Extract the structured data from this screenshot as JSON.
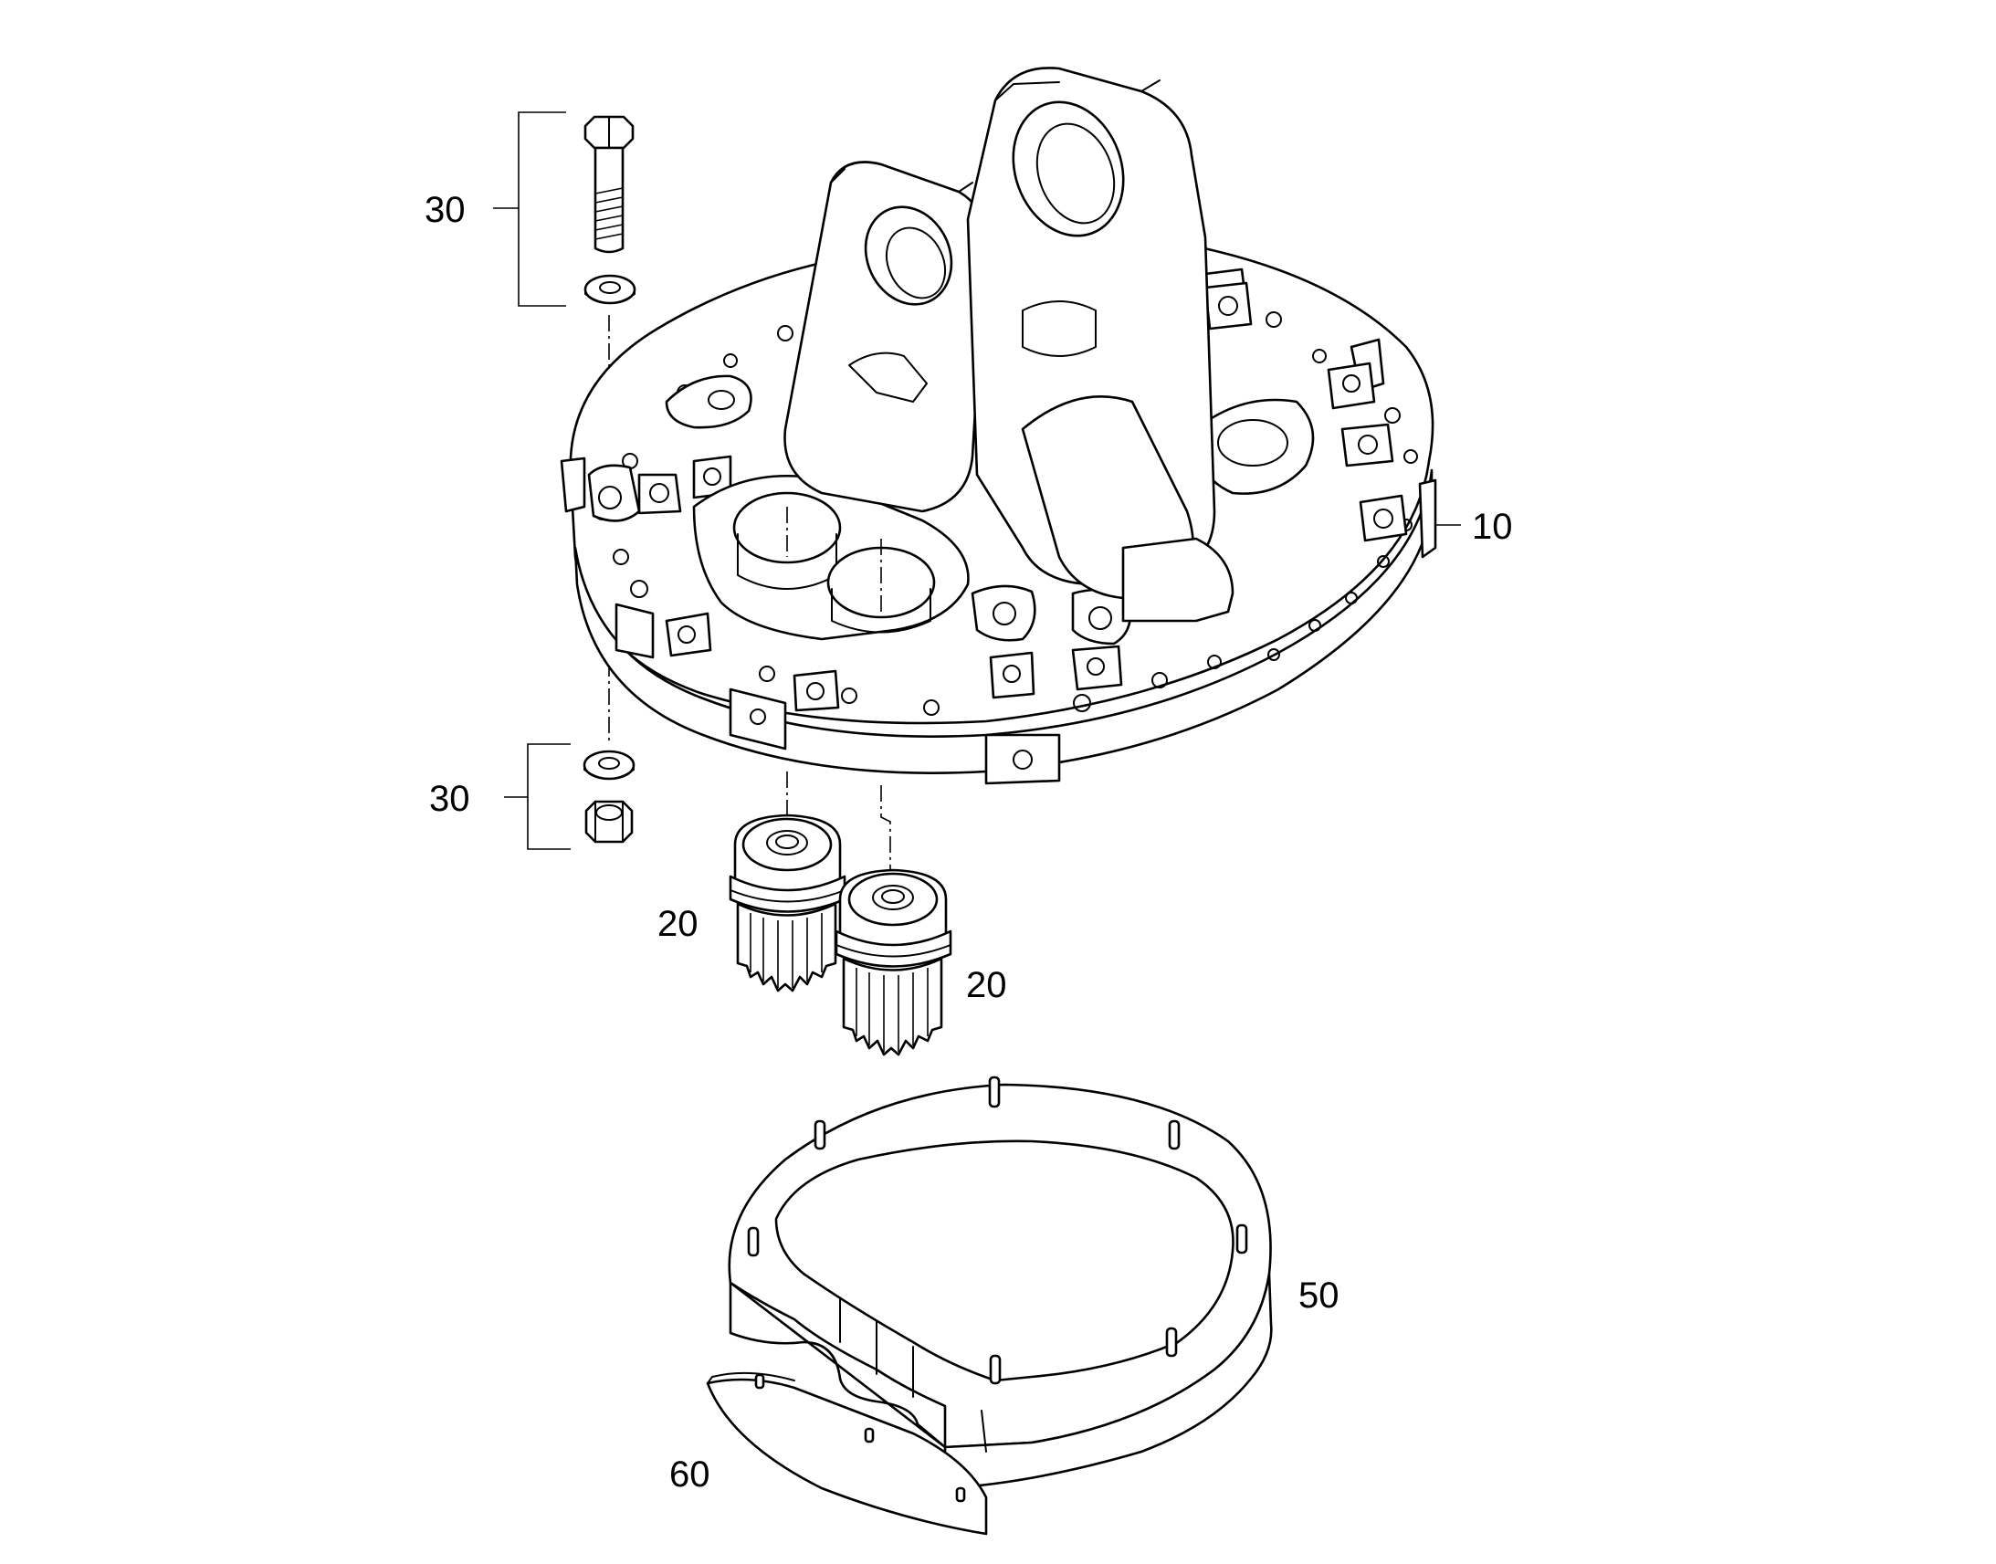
{
  "diagram": {
    "callouts": [
      {
        "id": "bolt-washer-set-top",
        "label": "30"
      },
      {
        "id": "housing",
        "label": "10"
      },
      {
        "id": "washer-nut-set-bottom",
        "label": "30"
      },
      {
        "id": "pinion-left",
        "label": "20"
      },
      {
        "id": "pinion-right",
        "label": "20"
      },
      {
        "id": "ring-housing",
        "label": "50"
      },
      {
        "id": "cover-plate",
        "label": "60"
      }
    ]
  }
}
